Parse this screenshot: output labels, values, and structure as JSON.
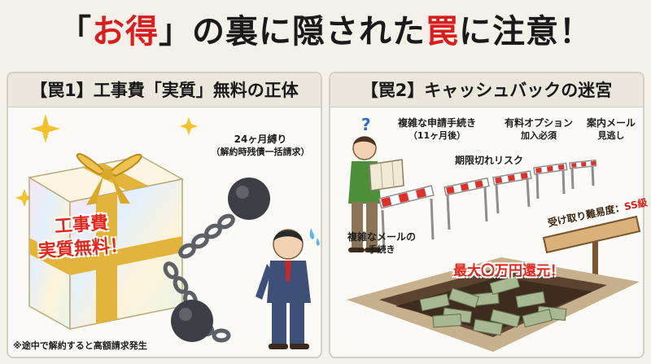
{
  "headline": {
    "bracket_open": "「",
    "highlight": "お得",
    "bracket_close": "」",
    "middle": "の裏に隠された",
    "trap": "罠",
    "end": "に注意！"
  },
  "panel_left": {
    "title": "【罠1】工事費「実質」無料の正体",
    "contract_label": "24ヶ月縛り",
    "contract_sub": "（解約時残債一括請求）",
    "gift_line1": "工事費",
    "gift_line2": "実質無料！",
    "footnote": "※途中で解約すると高額請求発生"
  },
  "panel_right": {
    "title": "【罠2】キャッシュバックの迷宮",
    "label_application": "複雑な申請手続き",
    "label_application_sub": "（11ヶ月後）",
    "label_option": "有料オプション",
    "label_option_sub": "加入必須",
    "label_mail": "案内メール",
    "label_mail_sub": "見逃し",
    "label_expiry": "期限切れリスク",
    "label_complex_mail": "複雑なメールの",
    "label_complex_mail_sub": "手続き",
    "sign_text": "受け取り難易度：",
    "sign_level": "SS級",
    "pit_text": "最大〇万円還元！"
  },
  "colors": {
    "accent_red": "#d81e1e",
    "ribbon_gold": "#e2b43c",
    "panel_bg": "#fbfaf6",
    "hurdle_red": "#d8322a"
  },
  "icons": [
    "sparkle-icon",
    "question-icon",
    "sweat-icon"
  ]
}
